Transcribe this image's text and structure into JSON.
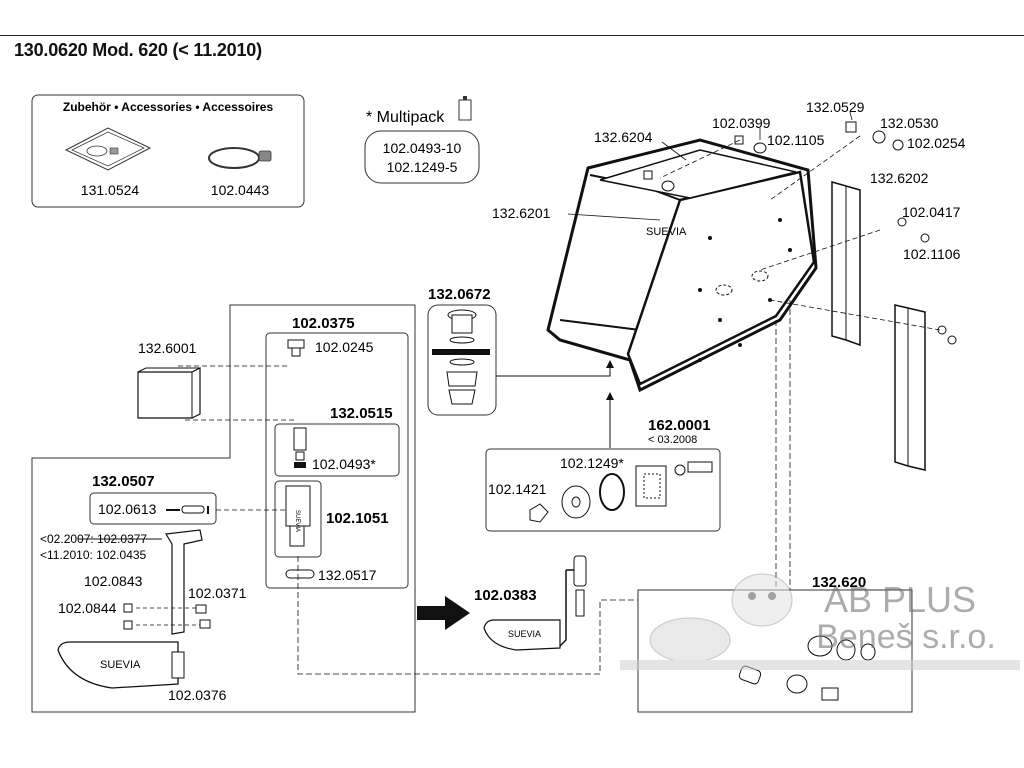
{
  "title": "130.0620 Mod. 620 (< 11.2010)",
  "accessories": {
    "heading": "Zubehör • Accessories • Accessoires",
    "item1": "131.0524",
    "item2": "102.0443"
  },
  "multipack": {
    "label": "* Multipack",
    "line1": "102.0493-10",
    "line2": "102.1249-5"
  },
  "parts": {
    "p132_6204": "132.6204",
    "p102_0399": "102.0399",
    "p102_1105": "102.1105",
    "p132_0529": "132.0529",
    "p132_0530": "132.0530",
    "p102_0254": "102.0254",
    "p132_6202": "132.6202",
    "p102_0417": "102.0417",
    "p102_1106": "102.1106",
    "p132_6201": "132.6201",
    "p132_0672": "132.0672",
    "p132_6001": "132.6001",
    "p102_0375": "102.0375",
    "p102_0245": "102.0245",
    "p132_0515": "132.0515",
    "p102_0493": "102.0493*",
    "p102_1051": "102.1051",
    "p132_0517": "132.0517",
    "p132_0507": "132.0507",
    "p102_0613": "102.0613",
    "variant1": "<02.2007: 102.0377",
    "variant2": "<11.2010: 102.0435",
    "p102_0843": "102.0843",
    "p102_0371": "102.0371",
    "p102_0844": "102.0844",
    "p102_0376": "102.0376",
    "p102_0383": "102.0383",
    "p162_0001": "162.0001",
    "p162_date": "< 03.2008",
    "p102_1249": "102.1249*",
    "p102_1421": "102.1421",
    "p132_620x": "132.620"
  },
  "brand_text": "SUEVIA",
  "watermark": {
    "line1": "AB PLUS",
    "line2": "Beneš s.r.o."
  }
}
